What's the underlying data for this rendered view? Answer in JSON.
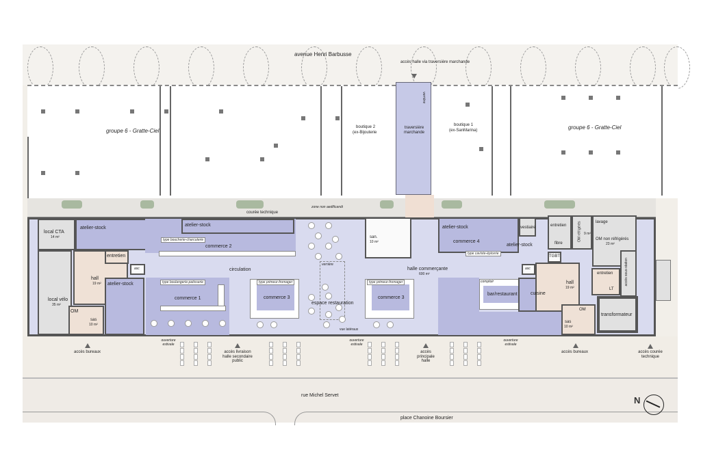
{
  "streets": {
    "top": "avenue Henri Barbusse",
    "bottom": "rue Michel Servet",
    "place": "place Chanoine Boursier"
  },
  "upper": {
    "access": "accès halle via traversière marchande",
    "group_left": "groupe 6 - Gratte-Ciel",
    "group_right": "groupe 6 - Gratte-Ciel",
    "boutique2": "boutique 2",
    "boutique2_sub": "(ex-Bijouterie",
    "traverse": "traversière marchande",
    "verriere": "verrière",
    "boutique1": "boutique 1",
    "boutique1_sub": "(ex-SanMarina)"
  },
  "couree": {
    "label": "courée technique",
    "zone": "zone non aedificandi"
  },
  "rooms": {
    "local_cta": "local CTA",
    "local_cta_area": "14 m²",
    "local_velo": "local vélo",
    "local_velo_area": "35 m²",
    "atelier_stock": "atelier-stock",
    "entretien": "entretien",
    "asc": "asc",
    "hall": "hall",
    "hall_area": "19 m²",
    "om": "OM",
    "sas": "sas",
    "sas_area": "10 m²",
    "commerce1": "commerce 1",
    "commerce1_type": "type boulangerie-patisserie",
    "commerce2": "commerce 2",
    "commerce2_type": "type boucherie-charcuterie",
    "commerce3": "commerce 3",
    "commerce3_type": "type primeur-fromager",
    "commerce4": "commerce 4",
    "commerce4_type": "type caviste-épicerie",
    "circulation": "circulation",
    "espace_restauration": "espace restauration",
    "verriere": "verrière",
    "vue": "vue latéraux",
    "san": "san.",
    "san_area": "10 m²",
    "halle": "halle commerçante",
    "halle_area": "600 m²",
    "comptoir": "comptoir",
    "bar": "bar/restaurant",
    "cuisine": "cuisine",
    "vestiaire": "vestiaire",
    "fibre": "fibre",
    "tgbt": "TGBT",
    "om_ref": "OM réfrigérés",
    "om_ref_area": "9 m²",
    "lavage": "lavage",
    "om_nonref": "OM non réfrigérés",
    "om_nonref_area": "23 m²",
    "lt": "LT",
    "sous_station": "accès sous-station",
    "transformateur": "transformateur"
  },
  "bottom": {
    "acces_bureaux": "accès bureaux",
    "ouverture": "ouverture estivale",
    "livraison": "accès livraison halle secondaire public",
    "principale": "accès principale halle",
    "couree": "accès courée technique"
  },
  "compass": {
    "north": "N"
  }
}
